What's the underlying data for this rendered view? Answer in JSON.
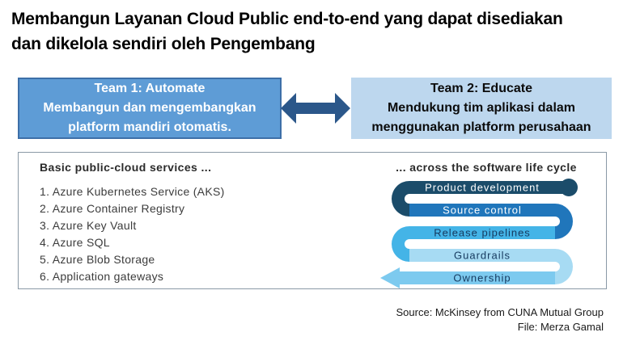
{
  "title": {
    "line1": "Membangun Layanan Cloud Public end-to-end yang dapat disediakan",
    "line2": "dan dikelola sendiri oleh Pengembang"
  },
  "teams": {
    "team1": {
      "heading": "Team 1: Automate",
      "line1": "Membangun dan mengembangkan",
      "line2": "platform mandiri otomatis.",
      "bg_color": "#5E9CD6",
      "border_color": "#3D6FA8",
      "text_color": "#FFFFFF"
    },
    "team2": {
      "heading": "Team 2: Educate",
      "line1": "Mendukung tim aplikasi dalam",
      "line2": "menggunakan platform perusahaan",
      "bg_color": "#BDD7EE",
      "text_color": "#0B0B0B"
    },
    "arrow_color": "#2B578A"
  },
  "panel": {
    "border_color": "#8A99A6",
    "left": {
      "header": "Basic public-cloud services ...",
      "items": [
        "1. Azure Kubernetes Service (AKS)",
        "2. Azure Container Registry",
        "3. Azure Key Vault",
        "4. Azure SQL",
        "5. Azure Blob Storage",
        "6. Application gateways"
      ]
    },
    "right": {
      "header": "... across the software life cycle",
      "stages": [
        {
          "label": "Product development",
          "band_color": "#1B4C6A",
          "text_color": "#FFFFFF"
        },
        {
          "label": "Source control",
          "band_color": "#2076BB",
          "text_color": "#FFFFFF"
        },
        {
          "label": "Release pipelines",
          "band_color": "#44B4E7",
          "text_color": "#163A5F"
        },
        {
          "label": "Guardrails",
          "band_color": "#A7DBF3",
          "text_color": "#163A5F"
        },
        {
          "label": "Ownership",
          "band_color": "#7DCAEF",
          "text_color": "#163A5F"
        }
      ]
    }
  },
  "footer": {
    "line1": "Source: McKinsey from CUNA Mutual Group",
    "line2": "File: Merza Gamal"
  }
}
